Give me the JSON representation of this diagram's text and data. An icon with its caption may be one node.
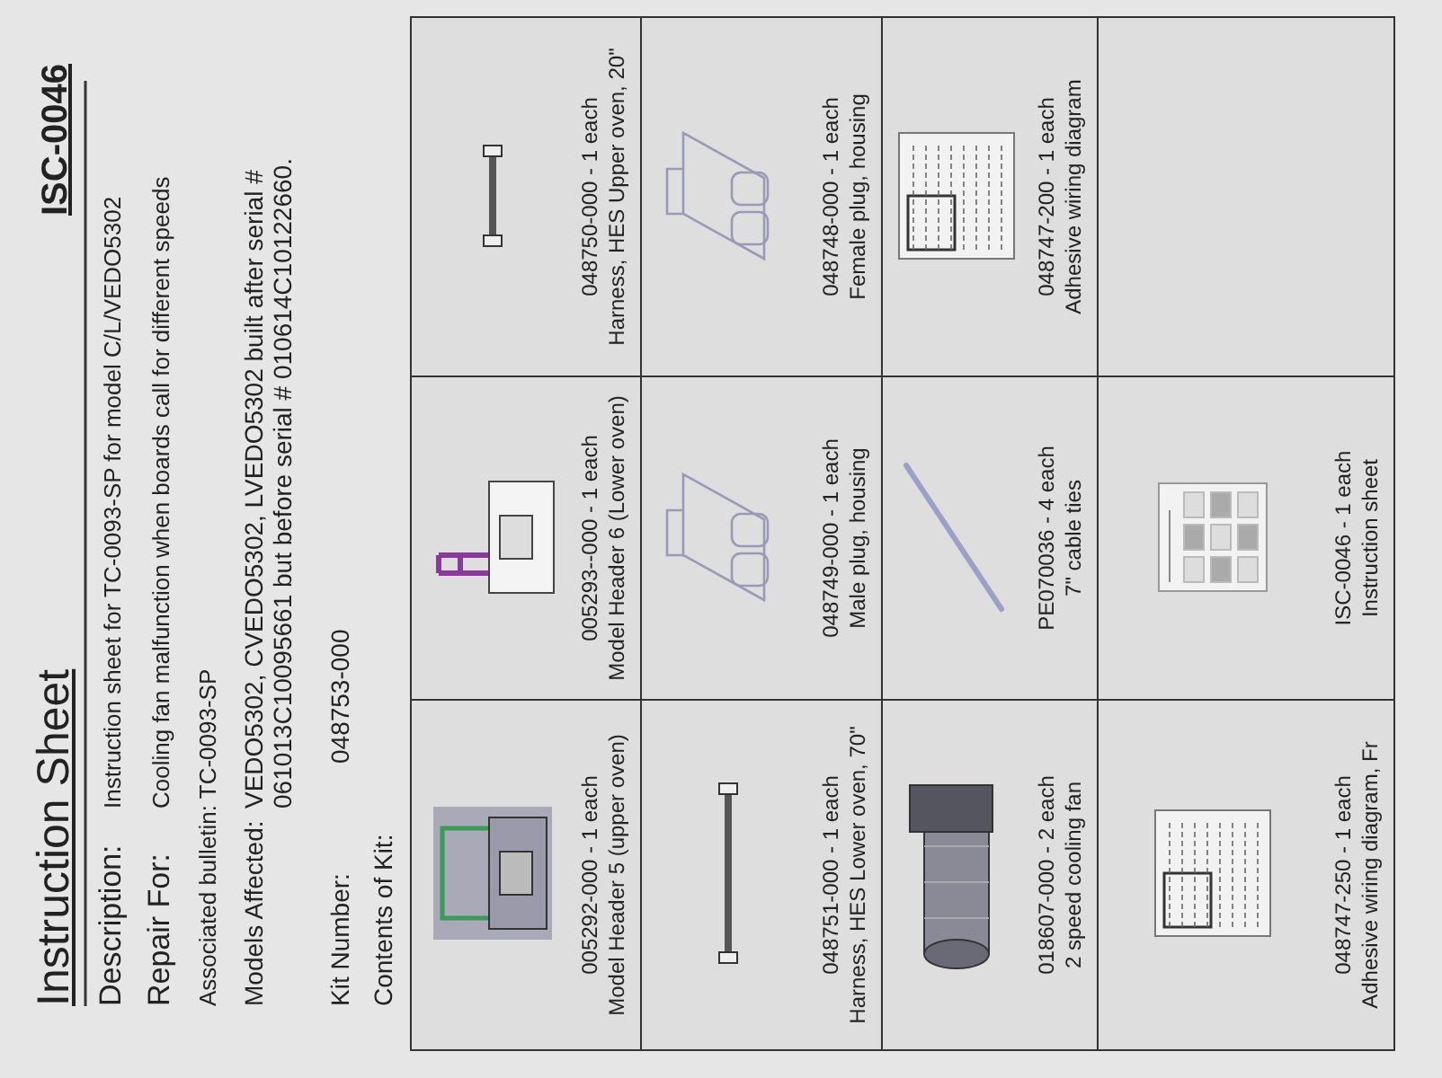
{
  "diagram": {
    "title": "Instruction Sheet",
    "labels": [
      "ISC-0046",
      "Description:",
      "Instruction sheet for TC-0093-SP for model C/L/VEDO5302",
      "Repair For:",
      "Cooling fan malfunction when boards call for different speeds",
      "Associated bulletin: TC-0093-SP",
      "Models Affected:",
      "VEDO5302, CVEDO5302, LVEDO5302 built after serial # 061013C10095661 but before serial # 010614C10122660.",
      "Kit Number:",
      "048753-000",
      "Contents of Kit:",
      "005292-000 - 1 each",
      "Model Header 5 (upper oven)",
      "005293--000 - 1 each",
      "Model Header 6 (Lower oven)",
      "048750-000 - 1 each",
      "Harness, HES Upper oven, 20\"",
      "048751-000 - 1 each",
      "Harness, HES Lower oven, 70\"",
      "048749-000 - 1 each",
      "Male plug, housing",
      "048748-000 - 1 each",
      "Female plug, housing",
      "018607-000 - 2 each",
      "2 speed cooling fan",
      "PE070036 - 4 each",
      "7\" cable ties",
      "048747-200 - 1 each",
      "Adhesive wiring diagram",
      "048747-250 - 1 each",
      "Adhesive wiring diagram, Fr",
      "ISC-0046 - 1 each",
      "Instruction sheet"
    ]
  }
}
